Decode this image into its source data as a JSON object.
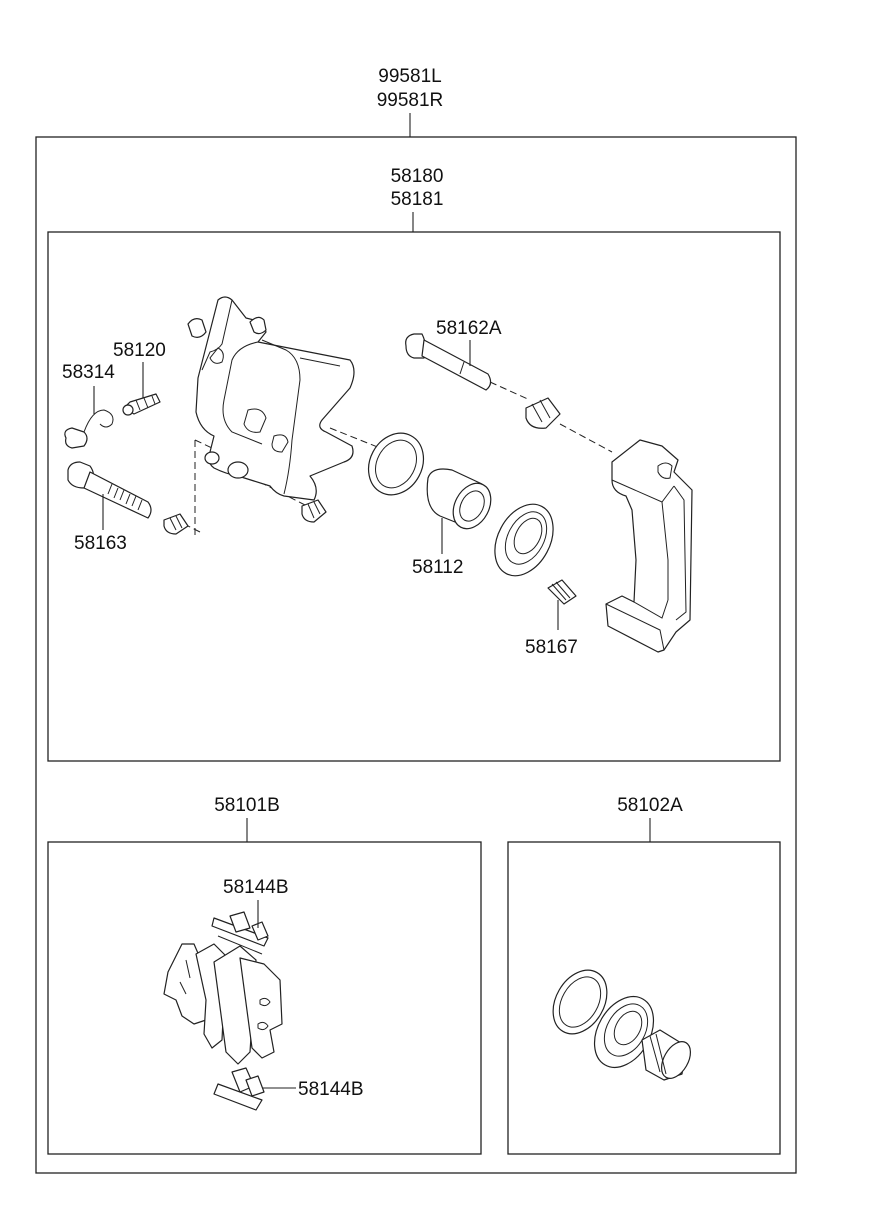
{
  "assembly": {
    "part_numbers": [
      "99581L",
      "99581R"
    ]
  },
  "caliper_kit": {
    "part_numbers": [
      "58180",
      "58181"
    ],
    "parts": {
      "guide_pin_upper": "58162A",
      "bleeder_screw": "58120",
      "hose_clip": "58314",
      "guide_bolt": "58163",
      "piston": "58112",
      "pad_pin": "58167"
    }
  },
  "pad_kit": {
    "part_number": "58101B",
    "clip_upper": "58144B",
    "clip_lower": "58144B"
  },
  "seal_kit": {
    "part_number": "58102A"
  }
}
